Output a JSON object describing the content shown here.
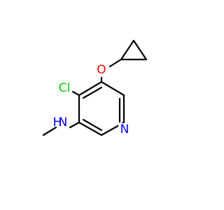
{
  "atoms": {
    "oxygen": {
      "symbol": "O",
      "color": "#ff0000"
    },
    "chlorine": {
      "symbol": "Cl",
      "color": "#00cc00"
    },
    "ring_nitrogen": {
      "symbol": "N",
      "color": "#0000ff"
    },
    "amine_nitrogen": {
      "symbol": "N",
      "color": "#0000ff"
    },
    "amine_hydrogen": {
      "symbol": "H",
      "color": "#0000ff"
    }
  }
}
